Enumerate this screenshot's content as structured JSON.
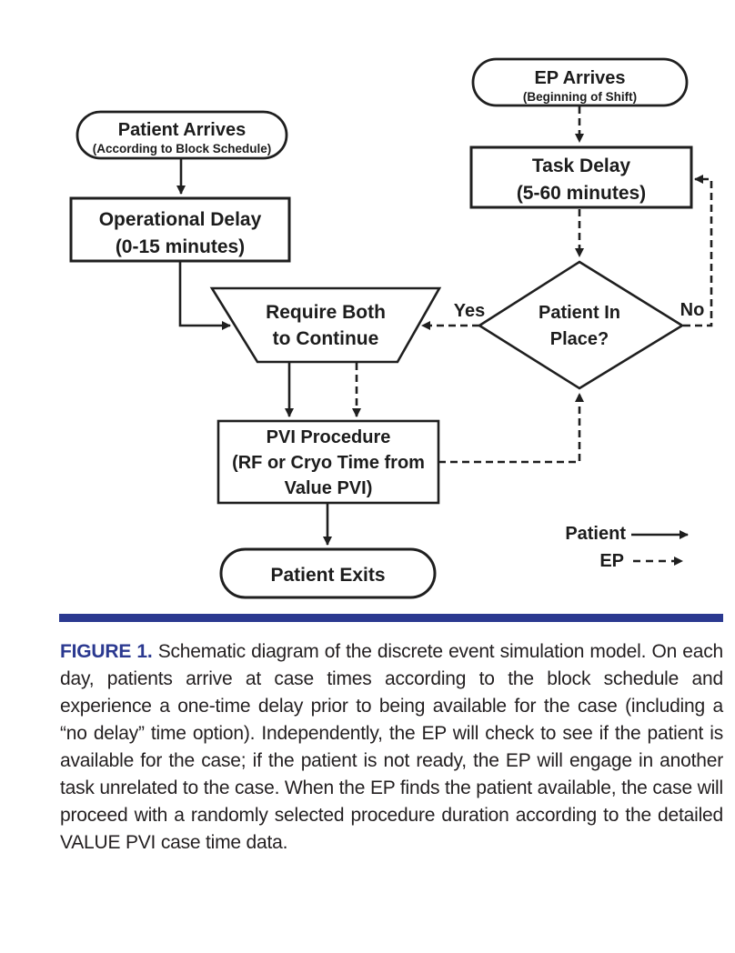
{
  "flowchart": {
    "nodes": {
      "patient_arrives": {
        "title": "Patient Arrives",
        "subtitle": "(According to Block Schedule)"
      },
      "operational_delay": {
        "title": "Operational Delay",
        "subtitle": "(0-15 minutes)"
      },
      "ep_arrives": {
        "title": "EP Arrives",
        "subtitle": "(Beginning of Shift)"
      },
      "task_delay": {
        "title": "Task Delay",
        "subtitle": "(5-60 minutes)"
      },
      "require_both": {
        "line1": "Require Both",
        "line2": "to Continue"
      },
      "patient_in_place": {
        "line1": "Patient In",
        "line2": "Place?"
      },
      "pvi_procedure": {
        "line1": "PVI Procedure",
        "line2": "(RF or Cryo Time from",
        "line3": "Value PVI)"
      },
      "patient_exits": {
        "title": "Patient Exits"
      }
    },
    "branch_labels": {
      "yes": "Yes",
      "no": "No"
    },
    "legend": {
      "patient_label": "Patient",
      "ep_label": "EP"
    },
    "colors": {
      "stroke": "#1f1f1f",
      "text": "#1c1c1c"
    }
  },
  "divider": {
    "color": "#2b3990"
  },
  "caption": {
    "label": "FIGURE 1.",
    "label_color": "#2b3990",
    "text": "Schematic diagram of the discrete event simulation model. On each day, patients arrive at case times according to the block schedule and experience a one-time delay prior to being available for the case (including a “no delay” time option). Independently, the EP will check to see if the patient is available for the case; if the patient is not ready, the EP will engage in another task unrelated to the case. When the EP finds the patient available, the case will proceed with a randomly selected procedure duration according to the detailed VALUE PVI case time data."
  }
}
